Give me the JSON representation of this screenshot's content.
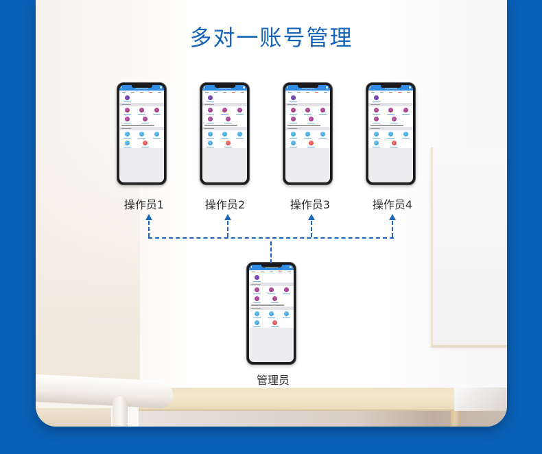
{
  "page": {
    "title": "多对一账号管理",
    "colors": {
      "background_blue": "#0a60b6",
      "title_blue": "#1564b8",
      "connector_blue": "#1a67bd",
      "label_text": "#2b2b2b"
    }
  },
  "diagram": {
    "operators": [
      {
        "label": "操作员1"
      },
      {
        "label": "操作员2"
      },
      {
        "label": "操作员3"
      },
      {
        "label": "操作员4"
      }
    ],
    "admin": {
      "label": "管理员"
    },
    "connector_style": "dashed-arrows",
    "icon_semantics": {
      "phone": "smartphone-app-screenshot",
      "arrow": "arrow-up-icon"
    }
  }
}
